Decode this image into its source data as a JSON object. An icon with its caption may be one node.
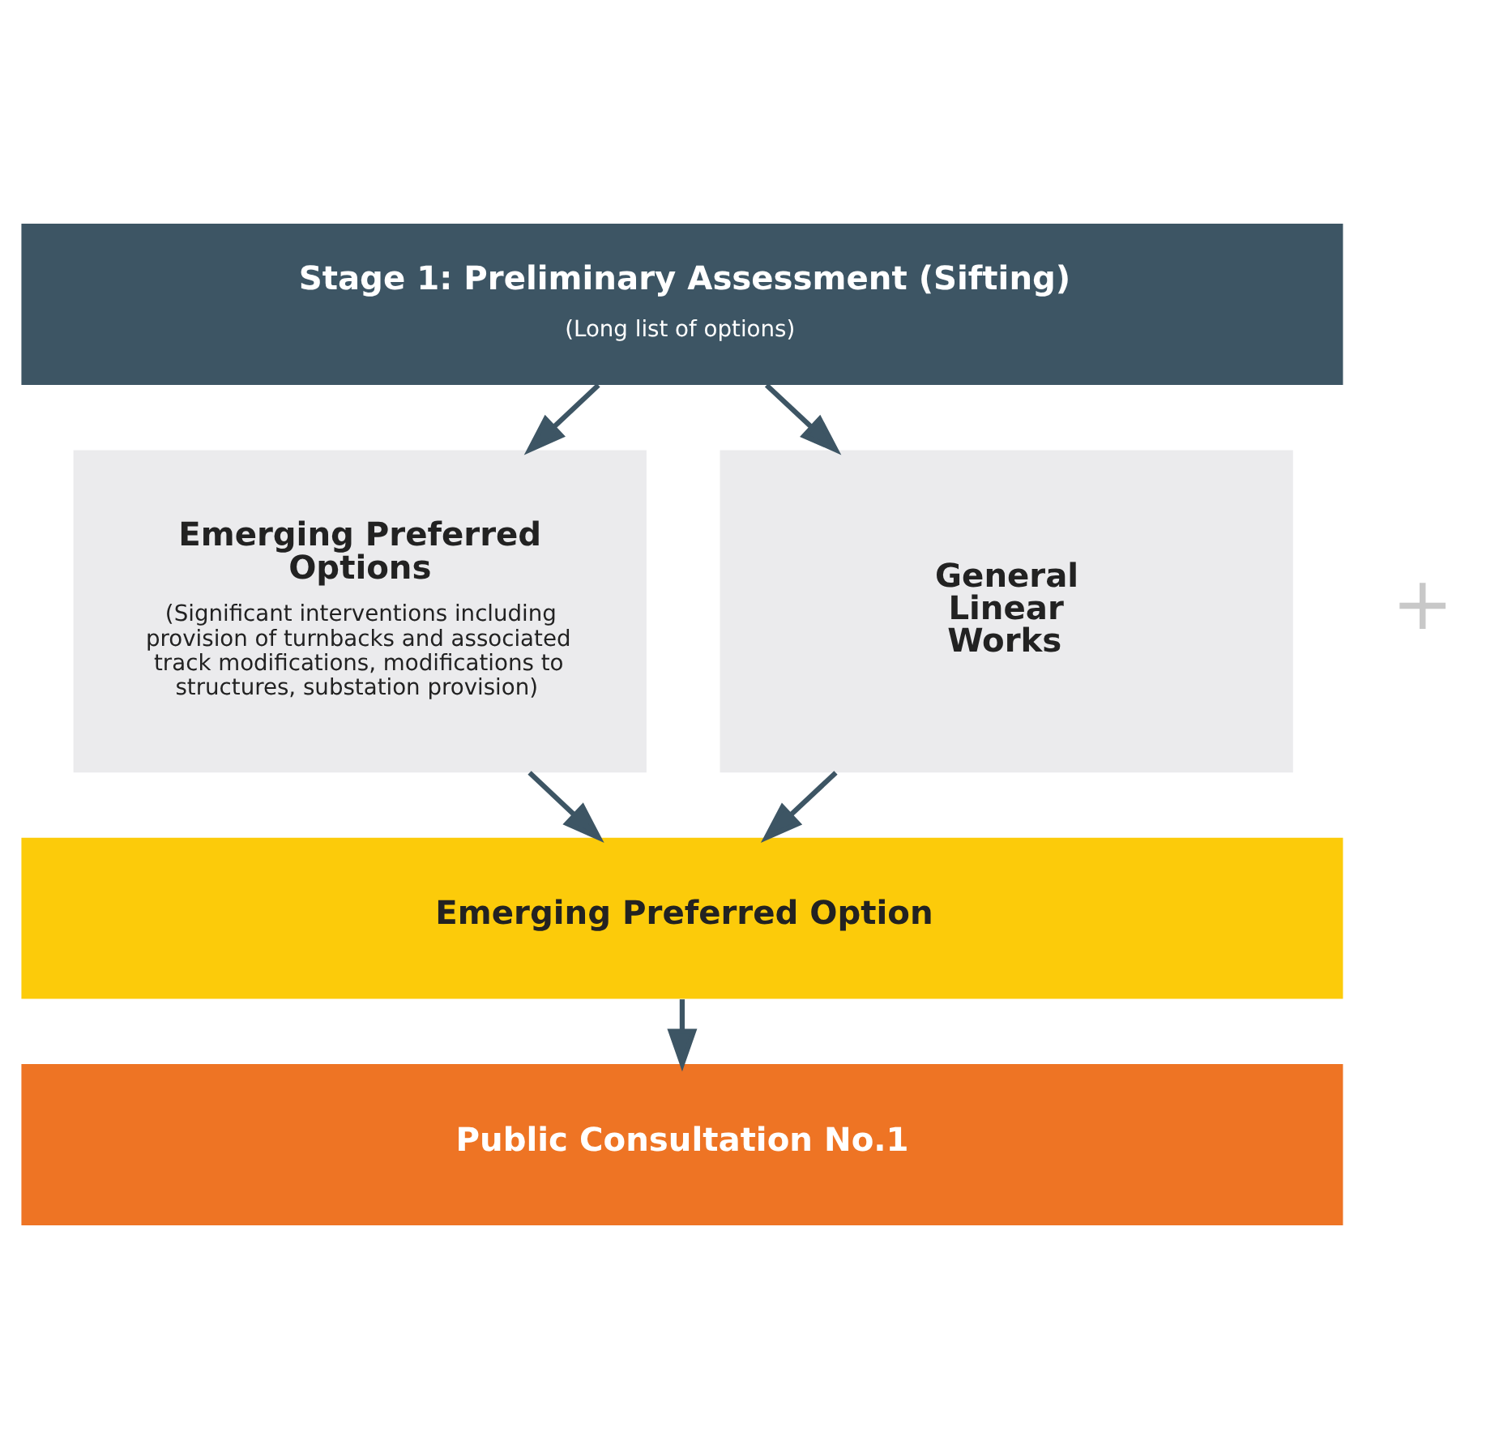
{
  "diagram": {
    "nodes": [
      {
        "text": [
          "Stage 1: Preliminary Assessment (Sifting)",
          "(Long list of options)"
        ]
      },
      {
        "text": [
          "Emerging Preferred Options",
          "(Significant interventions including provision of turnbacks and associated track modifications, modifications to structures, substation provision)"
        ]
      },
      {
        "text": [
          "General Linear Works"
        ]
      },
      {
        "text": [
          "Emerging Preferred Option"
        ]
      },
      {
        "text": [
          "Public Consultation No.1"
        ]
      }
    ],
    "edges": [
      {
        "from": 0,
        "to": 1,
        "arrow": "to"
      },
      {
        "from": 0,
        "to": 2,
        "arrow": "to"
      },
      {
        "from": 1,
        "to": 3,
        "arrow": "to"
      },
      {
        "from": 2,
        "to": 3,
        "arrow": "to"
      },
      {
        "from": 3,
        "to": 4,
        "arrow": "to"
      }
    ],
    "labels": [
      "+"
    ]
  }
}
